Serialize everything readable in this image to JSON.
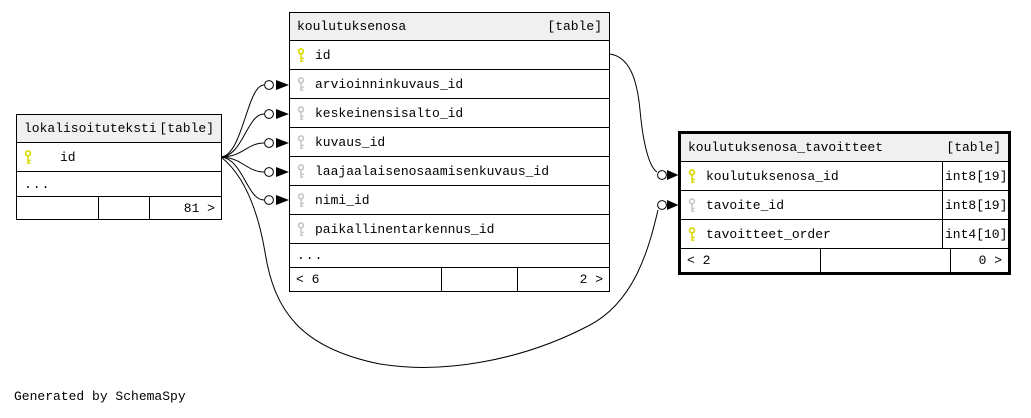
{
  "credit": "Generated by SchemaSpy",
  "colors": {
    "background": "#ffffff",
    "table_border": "#000000",
    "header_background": "#f0f0f0",
    "relationship_line": "#000000",
    "primary_key_icon": "#d9d900",
    "foreign_key_icon": "#c6c6c6"
  },
  "tables": [
    {
      "name": "lokalisoituteksti",
      "tag": "[table]",
      "columns": [
        {
          "name": "id",
          "key": "primary"
        }
      ],
      "more_columns": "...",
      "footer": {
        "left": "",
        "middle": "",
        "right": "81 >"
      }
    },
    {
      "name": "koulutuksenosa",
      "tag": "[table]",
      "columns": [
        {
          "name": "id",
          "key": "primary"
        },
        {
          "name": "arvioinninkuvaus_id",
          "key": "foreign"
        },
        {
          "name": "keskeinensisalto_id",
          "key": "foreign"
        },
        {
          "name": "kuvaus_id",
          "key": "foreign"
        },
        {
          "name": "laajaalaisenosaamisenkuvaus_id",
          "key": "foreign"
        },
        {
          "name": "nimi_id",
          "key": "foreign"
        },
        {
          "name": "paikallinentarkennus_id",
          "key": "foreign"
        }
      ],
      "more_columns": "...",
      "footer": {
        "left": "< 6",
        "middle": "",
        "right": "2 >"
      }
    },
    {
      "name": "koulutuksenosa_tavoitteet",
      "tag": "[table]",
      "columns": [
        {
          "name": "koulutuksenosa_id",
          "key": "primary",
          "type": "int8[19]"
        },
        {
          "name": "tavoite_id",
          "key": "foreign",
          "type": "int8[19]"
        },
        {
          "name": "tavoitteet_order",
          "key": "primary",
          "type": "int4[10]"
        }
      ],
      "footer": {
        "left": "< 2",
        "middle": "",
        "right": "0 >"
      }
    }
  ],
  "relationships": [
    {
      "from_column": "koulutuksenosa.arvioinninkuvaus_id",
      "to_column": "lokalisoituteksti.id"
    },
    {
      "from_column": "koulutuksenosa.keskeinensisalto_id",
      "to_column": "lokalisoituteksti.id"
    },
    {
      "from_column": "koulutuksenosa.kuvaus_id",
      "to_column": "lokalisoituteksti.id"
    },
    {
      "from_column": "koulutuksenosa.laajaalaisenosaamisenkuvaus_id",
      "to_column": "lokalisoituteksti.id"
    },
    {
      "from_column": "koulutuksenosa.nimi_id",
      "to_column": "lokalisoituteksti.id"
    },
    {
      "from_column": "koulutuksenosa_tavoitteet.koulutuksenosa_id",
      "to_column": "koulutuksenosa.id"
    },
    {
      "from_column": "koulutuksenosa_tavoitteet.tavoite_id",
      "to_column": "lokalisoituteksti.id"
    }
  ]
}
